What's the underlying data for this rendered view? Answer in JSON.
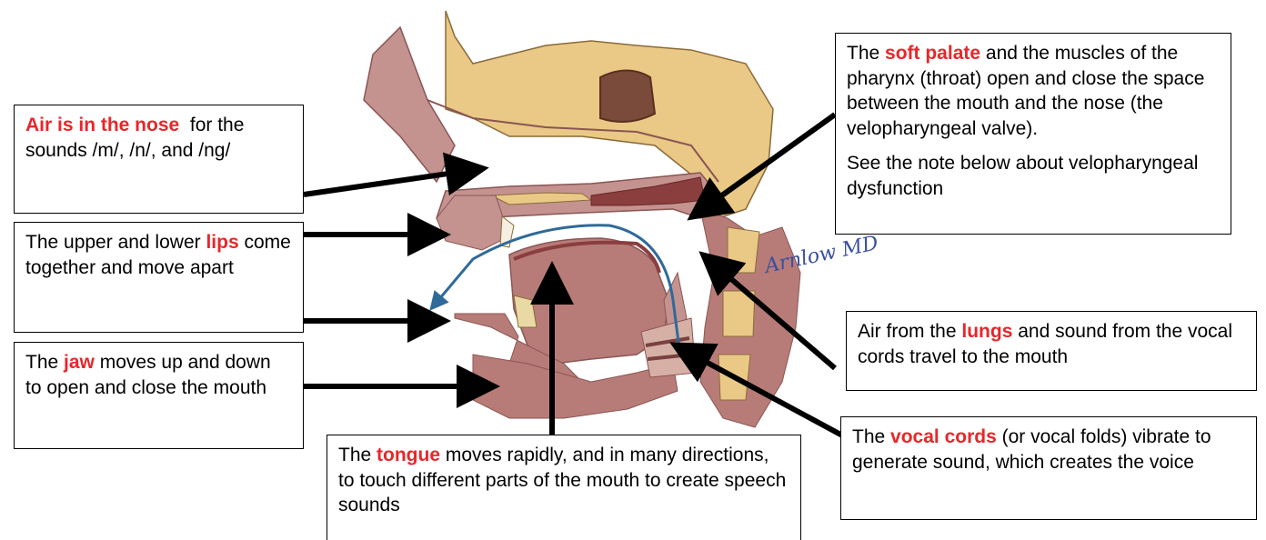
{
  "colors": {
    "highlight": "#e8262a",
    "bone": "#e9c985",
    "tissue": "#b87c78",
    "airflow_arrow": "#2e6a9a"
  },
  "boxes": {
    "nose": {
      "highlight": "Air is in the nose",
      "text": "  for the sounds /m/, /n/, and /ng/"
    },
    "lips": {
      "pre": "The upper and lower ",
      "highlight": "lips",
      "post": " come together and move apart"
    },
    "jaw": {
      "pre": "The ",
      "highlight": "jaw",
      "post": " moves up and down to open and close  the mouth"
    },
    "tongue": {
      "pre": "The ",
      "highlight": "tongue",
      "post": " moves rapidly, and in many directions, to touch different parts of the mouth to create speech sounds"
    },
    "soft_palate": {
      "pre": "The ",
      "highlight": "soft palate",
      "post": " and the muscles of the pharynx (throat) open and close the space between the mouth and the nose (the velopharyngeal valve).",
      "note": "See the note below about velopharyngeal dysfunction"
    },
    "lungs": {
      "pre": "Air from the ",
      "highlight": "lungs",
      "post": " and sound from the vocal cords travel to the mouth"
    },
    "vocal_cords": {
      "pre": "The ",
      "highlight": "vocal cords",
      "post": " (or vocal folds) vibrate to generate sound, which creates the voice"
    }
  },
  "signature": "Arnlow MD"
}
